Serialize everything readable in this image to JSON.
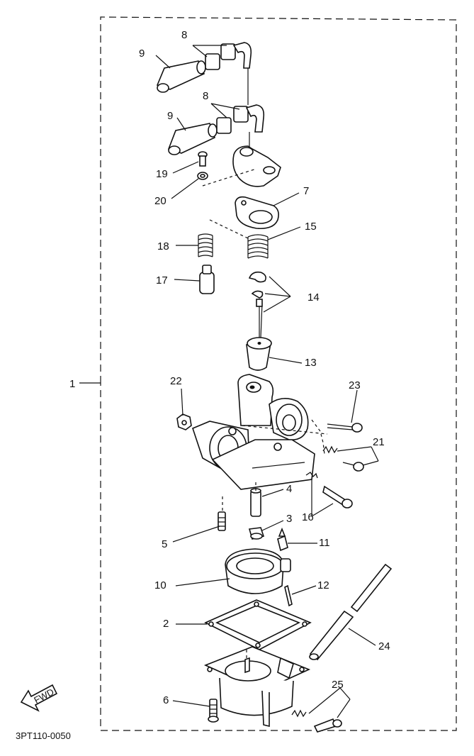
{
  "labels": {
    "l1": "1",
    "l2": "2",
    "l3": "3",
    "l4": "4",
    "l5": "5",
    "l6": "6",
    "l7": "7",
    "l8a": "8",
    "l8b": "8",
    "l9a": "9",
    "l9b": "9",
    "l10": "10",
    "l11": "11",
    "l12": "12",
    "l13": "13",
    "l14": "14",
    "l15": "15",
    "l16": "16",
    "l17": "17",
    "l18": "18",
    "l19": "19",
    "l20": "20",
    "l21": "21",
    "l22": "22",
    "l23": "23",
    "l24": "24",
    "l25": "25"
  },
  "fwd_label": "FWD",
  "diagram_code": "3PT110-0050"
}
